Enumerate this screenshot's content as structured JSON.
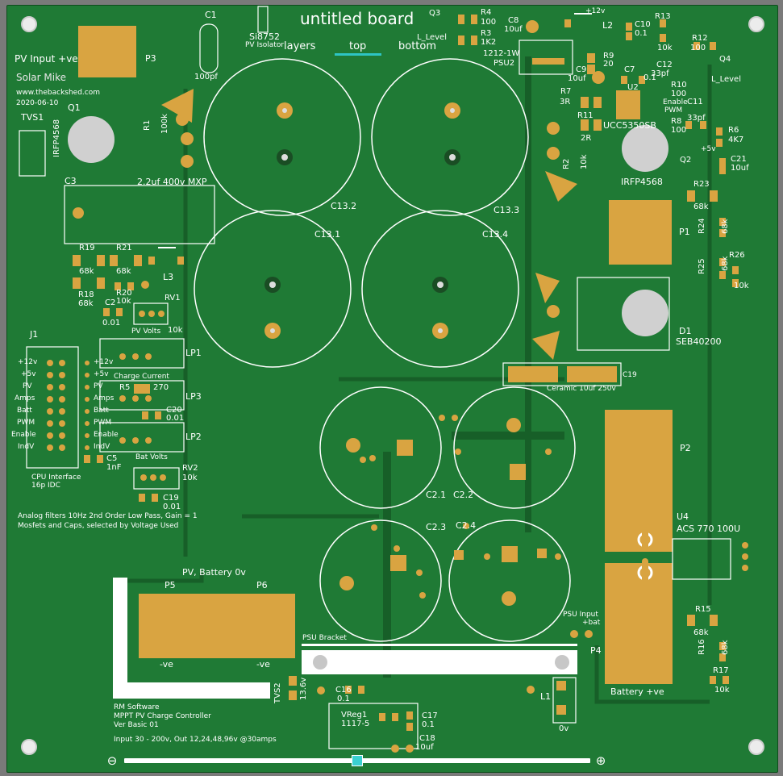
{
  "header": {
    "title": "untitled board",
    "layers_label": "layers",
    "tabs": [
      {
        "label": "top",
        "active": true
      },
      {
        "label": "bottom",
        "active": false
      }
    ]
  },
  "silkscreen": {
    "pv_input": "PV Input +ve",
    "author": "Solar Mike",
    "site": "www.thebackshed.com",
    "date": "2020-06-10",
    "tvs1": "TVS1",
    "q1": "Q1",
    "q1_part": "IRFP4568",
    "r1": "R1",
    "r1_val": "100k",
    "c1": "C1",
    "c1_val": "100pf",
    "si8752": "Si8752",
    "pv_isolator": "PV Isolator",
    "p3": "P3",
    "c3": "C3",
    "c3_val": "2.2uf  400v  MXP",
    "c13_2": "C13.2",
    "c13_3": "C13.3",
    "c13_1": "C13.1",
    "c13_4": "C13.4",
    "q3": "Q3",
    "q3_val": "L_Level",
    "r4": "R4",
    "r4_val": "100",
    "r3": "R3",
    "r3_val": "1K2",
    "psu2": "1212-1W",
    "psu2_lbl": "PSU2",
    "c8": "C8",
    "c8_val": "10uf",
    "plus12v": "+12v",
    "l2": "L2",
    "c10": "C10",
    "c10_val": "0.1",
    "r13": "R13",
    "r13_val": "10k",
    "r12": "R12",
    "r12_val": "100",
    "q4": "Q4",
    "q4_val": "L_Level",
    "r9": "R9",
    "r9_val": "20",
    "c9": "C9",
    "c9_val": "10uf",
    "c7": "C7",
    "c7_val": "0.1",
    "c12": "C12",
    "c12_val": "33pf",
    "r10": "R10",
    "r10_val": "100",
    "enable_pwm": "Enable\nPWM",
    "c11": "C11",
    "c11_val": "33pf",
    "r7": "R7",
    "r7_val": "3R",
    "u2": "U2",
    "r11": "R11",
    "r11_val": "2R",
    "ucc": "UCC5350SB",
    "r8": "R8",
    "r8_val": "100",
    "r6": "R6",
    "r6_val": "4K7",
    "plus5v": "+5v",
    "q2": "Q2",
    "c21": "C21",
    "c21_val": "10uf",
    "r2": "R2",
    "r2_val": "10k",
    "q2_part": "IRFP4568",
    "r23": "R23",
    "r23_val": "68k",
    "r24": "R24",
    "r24_val": "68k",
    "p1": "P1",
    "r25": "R25",
    "r25_val": "68k",
    "r26": "R26",
    "r26_val": "10k",
    "d1": "D1",
    "d1_part": "SEB40200",
    "c19_top": "C19",
    "ceramic": "Ceramic  10uf  250v",
    "r19": "R19",
    "r19_val": "68k",
    "r21": "R21",
    "r21_val": "68k",
    "l3": "L3",
    "r18": "R18",
    "r18_val": "68k",
    "r20": "R20",
    "r20_val": "10k",
    "c2": "C2",
    "c2_val": "0.01",
    "rv1": "RV1",
    "pv_volts": "PV Volts",
    "rv1_val": "10k",
    "j1": "J1",
    "lp1": "LP1",
    "charge_current": "Charge Current",
    "r5": "R5",
    "r5_val": "270",
    "lp3": "LP3",
    "c20": "C20",
    "c20_val": "0.01",
    "lp2": "LP2",
    "bat_volts": "Bat Volts",
    "c5": "C5",
    "c5_val": "1nF",
    "cpu_iface": "CPU Interface",
    "idc": "16p IDC",
    "rv2": "RV2",
    "rv2_val": "10k",
    "c19_left": "C19",
    "c19_left_val": "0.01",
    "j1_left_pins": [
      "+12v",
      "+5v",
      "PV",
      "Amps",
      "Batt",
      "PWM",
      "Enable",
      "IndV"
    ],
    "j1_right_pins": [
      "+12v",
      "+5v",
      "PV",
      "Amps",
      "Batt",
      "PWM",
      "Enable",
      "IndV"
    ],
    "analog_note_1": "Analog filters 10Hz 2nd Order Low Pass, Gain = 1",
    "analog_note_2": "Mosfets and Caps, selected by Voltage Used",
    "c2_1": "C2.1",
    "c2_2": "C2.2",
    "c2_3": "C2.3",
    "c2_4": "C2.4",
    "p2": "P2",
    "u4": "U4",
    "u4_part": "ACS 770 100U",
    "pv_battery": "PV, Battery 0v",
    "p5": "P5",
    "p6": "P6",
    "neg_ve_1": "-ve",
    "neg_ve_2": "-ve",
    "psu_bracket": "PSU Bracket",
    "psu_input": "PSU Input\n+bat",
    "p4": "P4",
    "r15": "R15",
    "r15_val": "68k",
    "r16": "R16",
    "r16_val": "68k",
    "r17": "R17",
    "r17_val": "10k",
    "battery_ve": "Battery +ve",
    "tvs2": "TVS2",
    "tvs2_val": "13.6v",
    "c16": "C16",
    "c16_val": "0.1",
    "vreg": "VReg1",
    "vreg_part": "1117-5",
    "c17": "C17",
    "c17_val": "0.1",
    "c18": "C18",
    "c18_val": "10uf",
    "l1": "L1",
    "zero_v": "0v",
    "rm_1": "RM Software",
    "rm_2": "MPPT PV Charge Controller",
    "rm_3": "Ver Basic 01",
    "rm_4": "Input 30 - 200v, Out 12,24,48,96v @30amps"
  },
  "zoom": {
    "out_icon": "zoom-out-icon",
    "in_icon": "zoom-in-icon",
    "level": 0.49
  },
  "colors": {
    "board": "#1f7a35",
    "copper": "#d9a441",
    "silk": "#ffffff",
    "accent": "#2ec4c4"
  }
}
